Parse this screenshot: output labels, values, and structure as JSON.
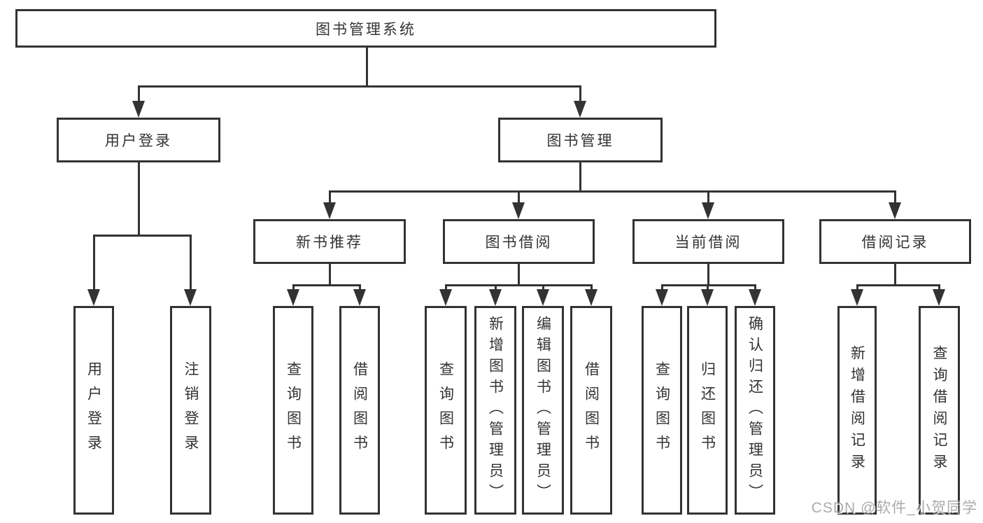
{
  "diagram": {
    "root": {
      "label": "图书管理系统"
    },
    "level2": [
      {
        "label": "用户登录"
      },
      {
        "label": "图书管理"
      }
    ],
    "level3": [
      {
        "label": "新书推荐"
      },
      {
        "label": "图书借阅"
      },
      {
        "label": "当前借阅"
      },
      {
        "label": "借阅记录"
      }
    ],
    "leaves": [
      {
        "label": "用户登录"
      },
      {
        "label": "注销登录"
      },
      {
        "label": "查询图书"
      },
      {
        "label": "借阅图书"
      },
      {
        "label": "查询图书"
      },
      {
        "label": "新增图书（管理员）"
      },
      {
        "label": "编辑图书（管理员）"
      },
      {
        "label": "借阅图书"
      },
      {
        "label": "查询图书"
      },
      {
        "label": "归还图书"
      },
      {
        "label": "确认归还（管理员）"
      },
      {
        "label": "新增借阅记录"
      },
      {
        "label": "查询借阅记录"
      }
    ],
    "watermark": {
      "text": "CSDN @软件_小贺同学"
    },
    "colors": {
      "line": "#333333",
      "text": "#333333",
      "background": "#ffffff",
      "watermark": "#9d9d9d"
    }
  }
}
